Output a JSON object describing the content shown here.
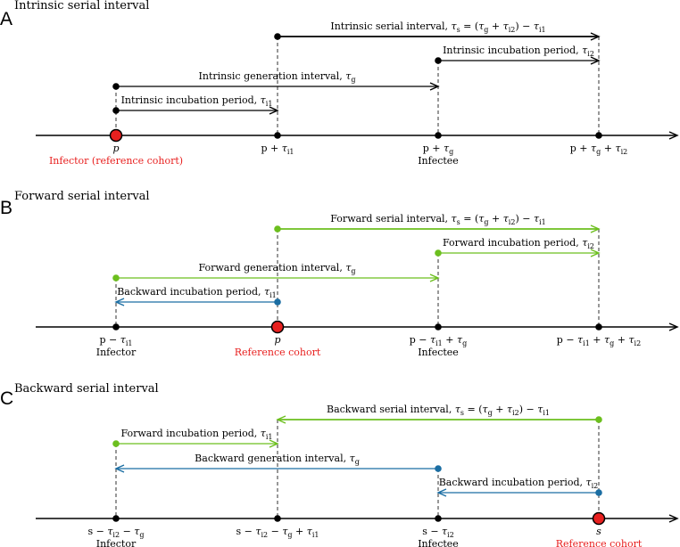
{
  "colors": {
    "black": "#000000",
    "green": "#6cbf1e",
    "blue": "#1b6ea3",
    "red": "#e8201f"
  },
  "panels": [
    {
      "letter": "A",
      "title": "Intrinsic serial interval",
      "arrows": [
        {
          "label": [
            [
              "Intrinsic serial interval, "
            ],
            [
              "τ",
              "s"
            ],
            [
              " = ("
            ],
            [
              "τ",
              "g"
            ],
            [
              " + "
            ],
            [
              "τ",
              "i2"
            ],
            [
              ") − "
            ],
            [
              "τ",
              "i1"
            ]
          ],
          "color": "black",
          "from": 2,
          "to": 4,
          "head": "right",
          "start_dot": true,
          "thick": true
        },
        {
          "label": [
            [
              "Intrinsic incubation period, "
            ],
            [
              "τ",
              "i2"
            ]
          ],
          "color": "black",
          "from": 3,
          "to": 4,
          "head": "right",
          "start_dot": true
        },
        {
          "label": [
            [
              "Intrinsic generation interval, "
            ],
            [
              "τ",
              "g"
            ]
          ],
          "color": "black",
          "from": 1,
          "to": 3,
          "head": "right",
          "start_dot": true
        },
        {
          "label": [
            [
              "Intrinsic incubation period, "
            ],
            [
              "τ",
              "i1"
            ]
          ],
          "color": "black",
          "from": 1,
          "to": 2,
          "head": "right",
          "start_dot": true
        }
      ],
      "points": [
        {
          "label": [
            [
              "p"
            ]
          ],
          "sublabel": "Infector (reference cohort)",
          "sublabel_color": "red",
          "ref": true
        },
        {
          "label": [
            [
              "p + "
            ],
            [
              "τ",
              "i1"
            ]
          ],
          "sublabel": "",
          "ref": false
        },
        {
          "label": [
            [
              "p + "
            ],
            [
              "τ",
              "g"
            ]
          ],
          "sublabel": "Infectee",
          "ref": false
        },
        {
          "label": [
            [
              "p + "
            ],
            [
              "τ",
              "g"
            ],
            [
              " + "
            ],
            [
              "τ",
              "i2"
            ]
          ],
          "sublabel": "",
          "ref": false
        }
      ]
    },
    {
      "letter": "B",
      "title": "Forward serial interval",
      "arrows": [
        {
          "label": [
            [
              "Forward serial interval, "
            ],
            [
              "τ",
              "s"
            ],
            [
              " = ("
            ],
            [
              "τ",
              "g"
            ],
            [
              " + "
            ],
            [
              "τ",
              "i2"
            ],
            [
              ") − "
            ],
            [
              "τ",
              "i1"
            ]
          ],
          "color": "green",
          "from": 2,
          "to": 4,
          "head": "right",
          "start_dot": true,
          "thick": true
        },
        {
          "label": [
            [
              "Forward incubation period, "
            ],
            [
              "τ",
              "i2"
            ]
          ],
          "color": "green",
          "from": 3,
          "to": 4,
          "head": "right",
          "start_dot": true
        },
        {
          "label": [
            [
              "Forward generation interval, "
            ],
            [
              "τ",
              "g"
            ]
          ],
          "color": "green",
          "from": 1,
          "to": 3,
          "head": "right",
          "start_dot": true
        },
        {
          "label": [
            [
              "Backward incubation period, "
            ],
            [
              "τ",
              "i1"
            ]
          ],
          "color": "blue",
          "from": 2,
          "to": 1,
          "head": "left",
          "start_dot": true
        }
      ],
      "points": [
        {
          "label": [
            [
              "p − "
            ],
            [
              "τ",
              "i1"
            ]
          ],
          "sublabel": "Infector",
          "ref": false
        },
        {
          "label": [
            [
              "p"
            ]
          ],
          "sublabel": "Reference cohort",
          "sublabel_color": "red",
          "ref": true
        },
        {
          "label": [
            [
              "p − "
            ],
            [
              "τ",
              "i1"
            ],
            [
              " + "
            ],
            [
              "τ",
              "g"
            ]
          ],
          "sublabel": "Infectee",
          "ref": false
        },
        {
          "label": [
            [
              "p − "
            ],
            [
              "τ",
              "i1"
            ],
            [
              " + "
            ],
            [
              "τ",
              "g"
            ],
            [
              " + "
            ],
            [
              "τ",
              "i2"
            ]
          ],
          "sublabel": "",
          "ref": false
        }
      ]
    },
    {
      "letter": "C",
      "title": "Backward serial interval",
      "arrows": [
        {
          "label": [
            [
              "Backward serial interval, "
            ],
            [
              "τ",
              "s"
            ],
            [
              " = ("
            ],
            [
              "τ",
              "g"
            ],
            [
              " + "
            ],
            [
              "τ",
              "i2"
            ],
            [
              ") − "
            ],
            [
              "τ",
              "i1"
            ]
          ],
          "color": "green",
          "from": 4,
          "to": 2,
          "head": "left",
          "start_dot": true,
          "thick": true
        },
        {
          "label": [
            [
              "Forward incubation period, "
            ],
            [
              "τ",
              "i1"
            ]
          ],
          "color": "green",
          "from": 1,
          "to": 2,
          "head": "right",
          "start_dot": true
        },
        {
          "label": [
            [
              "Backward generation interval, "
            ],
            [
              "τ",
              "g"
            ]
          ],
          "color": "blue",
          "from": 3,
          "to": 1,
          "head": "left",
          "start_dot": true
        },
        {
          "label": [
            [
              "Backward incubation period, "
            ],
            [
              "τ",
              "i2"
            ]
          ],
          "color": "blue",
          "from": 4,
          "to": 3,
          "head": "left",
          "start_dot": true
        }
      ],
      "points": [
        {
          "label": [
            [
              "s − "
            ],
            [
              "τ",
              "i2"
            ],
            [
              " − "
            ],
            [
              "τ",
              "g"
            ]
          ],
          "sublabel": "Infector",
          "ref": false
        },
        {
          "label": [
            [
              "s − "
            ],
            [
              "τ",
              "i2"
            ],
            [
              " − "
            ],
            [
              "τ",
              "g"
            ],
            [
              " + "
            ],
            [
              "τ",
              "i1"
            ]
          ],
          "sublabel": "",
          "ref": false
        },
        {
          "label": [
            [
              "s − "
            ],
            [
              "τ",
              "i2"
            ]
          ],
          "sublabel": "Infectee",
          "ref": false
        },
        {
          "label": [
            [
              "s"
            ]
          ],
          "sublabel": "Reference cohort",
          "sublabel_color": "red",
          "ref": true
        }
      ]
    }
  ]
}
